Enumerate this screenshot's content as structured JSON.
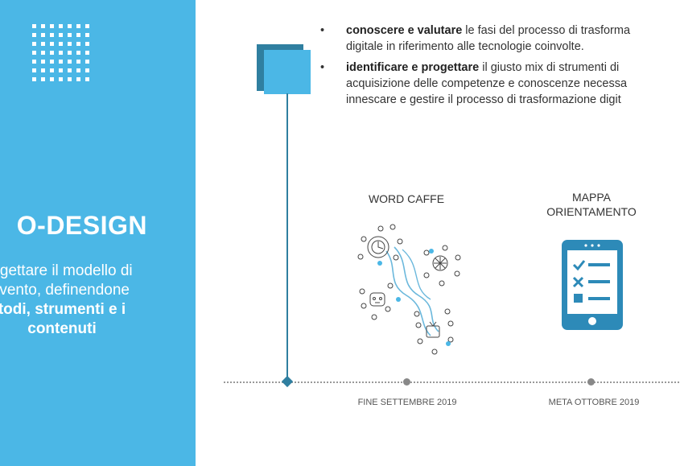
{
  "left_panel": {
    "title": "O-DESIGN",
    "desc_line1": "ogettare il modello di",
    "desc_line2": "rvento, definendone",
    "desc_line3": "todi, strumenti e i",
    "desc_line4": "contenuti",
    "background": "#4bb7e6"
  },
  "bullets": [
    {
      "bold": "conoscere e valutare",
      "line1": " le fasi del processo di trasforma",
      "line2": "digitale in riferimento alle tecnologie coinvolte."
    },
    {
      "bold": "identificare e progettare",
      "line1": " il giusto mix di strumenti di",
      "line2": "acquisizione delle competenze e conoscenze necessa",
      "line3": "innescare e gestire il processo di trasformazione digit"
    }
  ],
  "bullet_symbol": "•",
  "tools": {
    "word_caffe": "WORD CAFFE",
    "mappa_line1": "MAPPA",
    "mappa_line2": "ORIENTAMENTO"
  },
  "timeline": {
    "date1": "FINE SETTEMBRE 2019",
    "date2": "META OTTOBRE 2019"
  },
  "colors": {
    "accent": "#4bb7e6",
    "dark_accent": "#2f7fa0",
    "tablet": "#2d8ab8"
  }
}
